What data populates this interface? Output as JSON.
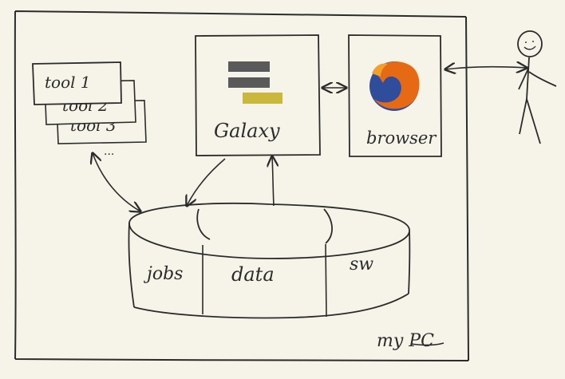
{
  "colors": {
    "paper": "#f6f4e9",
    "ink": "#2b2b2b",
    "galaxy_bar_dark": "#5a5a5a",
    "galaxy_bar_gold": "#c9b83b",
    "firefox_orange": "#e66a14",
    "firefox_blue": "#2f4d9a"
  },
  "icons": {
    "galaxy_logo": "galaxy-logo-icon",
    "browser_logo": "firefox-logo-icon",
    "person": "stick-figure-icon"
  },
  "tools": {
    "tool1": "tool 1",
    "tool2": "tool 2",
    "tool3": "tool 3"
  },
  "galaxy": {
    "label": "Galaxy"
  },
  "browser": {
    "label": "browser"
  },
  "storage": {
    "jobs": "jobs",
    "data": "data",
    "sw": "sw"
  },
  "machine": {
    "label": "my PC"
  }
}
